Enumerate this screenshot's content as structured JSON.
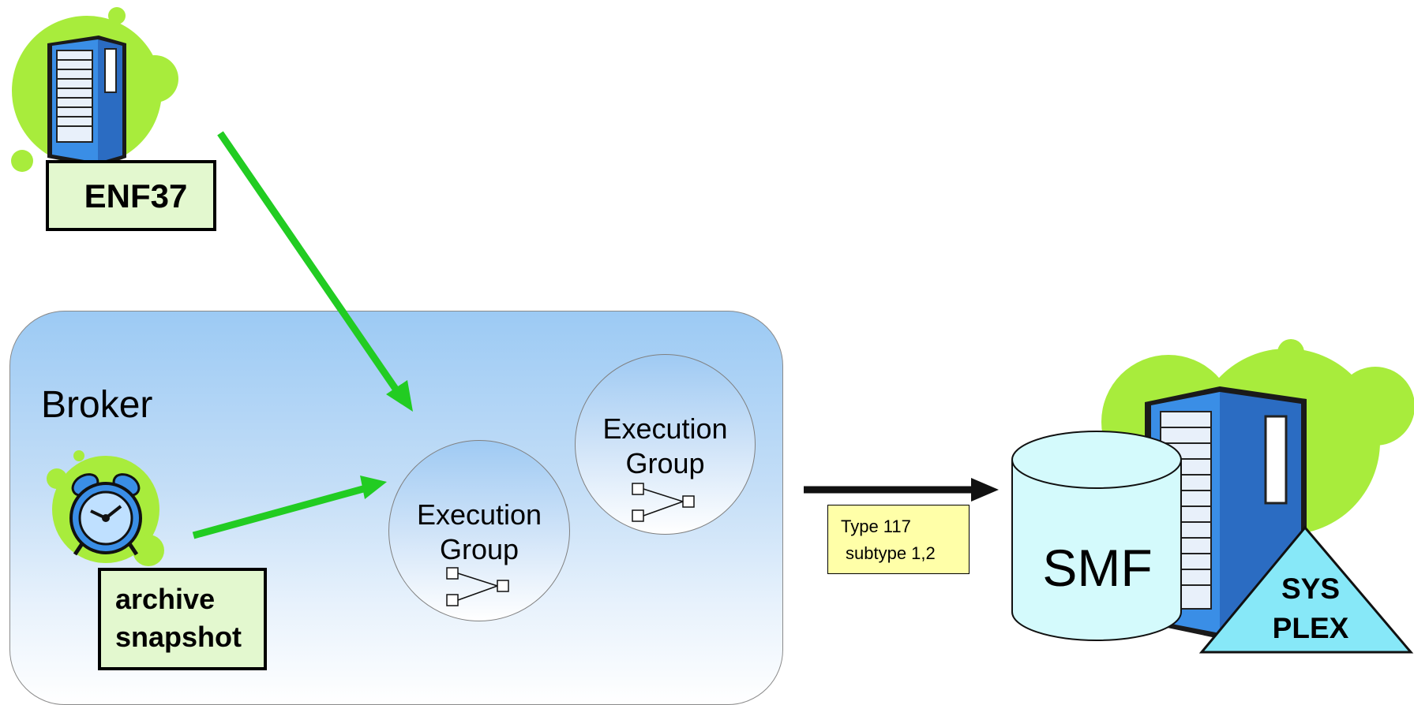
{
  "enf_box": {
    "label": "ENF37"
  },
  "broker": {
    "title": "Broker"
  },
  "archive_box": {
    "line1": "archive",
    "line2": "snapshot"
  },
  "execution_groups": [
    {
      "line1": "Execution",
      "line2": "Group"
    },
    {
      "line1": "Execution",
      "line2": "Group"
    }
  ],
  "smf_note": {
    "line1": "Type 117",
    "line2": "subtype 1,2"
  },
  "smf_db": {
    "label": "SMF"
  },
  "sysplex": {
    "line1": "SYS",
    "line2": "PLEX"
  },
  "colors": {
    "green_arrow": "#22cc22",
    "blob_green": "#a8ec3c",
    "server_blue": "#3a8ee6",
    "label_fill": "#e3f8cf",
    "note_fill": "#ffffa8",
    "cylinder_fill": "#d4fafc",
    "triangle_fill": "#87e8f8"
  }
}
